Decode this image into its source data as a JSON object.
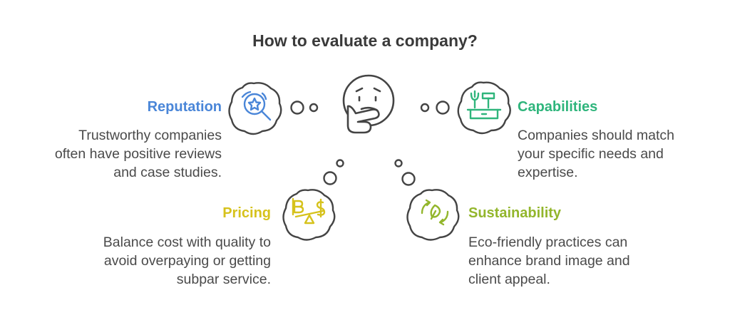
{
  "title": "How to evaluate a company?",
  "colors": {
    "reputation": "#4a86d8",
    "capabilities": "#2fb57c",
    "pricing": "#d6c21c",
    "sustainability": "#93b62c",
    "outline": "#444444",
    "text": "#4a4a4a"
  },
  "sections": {
    "reputation": {
      "heading": "Reputation",
      "lines": [
        "Trustworthy companies",
        "often have positive reviews",
        "and case studies."
      ],
      "icon": "magnifier-star-icon"
    },
    "capabilities": {
      "heading": "Capabilities",
      "lines": [
        "Companies should match",
        "your specific needs and",
        "expertise."
      ],
      "icon": "toolbox-icon"
    },
    "pricing": {
      "heading": "Pricing",
      "lines": [
        "Balance cost with quality to",
        "avoid overpaying or getting",
        "subpar service."
      ],
      "icon": "balance-scale-currency-icon"
    },
    "sustainability": {
      "heading": "Sustainability",
      "lines": [
        "Eco-friendly practices can",
        "enhance brand image and",
        "client appeal."
      ],
      "icon": "recycle-leaf-icon"
    }
  },
  "center_icon": "thinking-face-icon"
}
